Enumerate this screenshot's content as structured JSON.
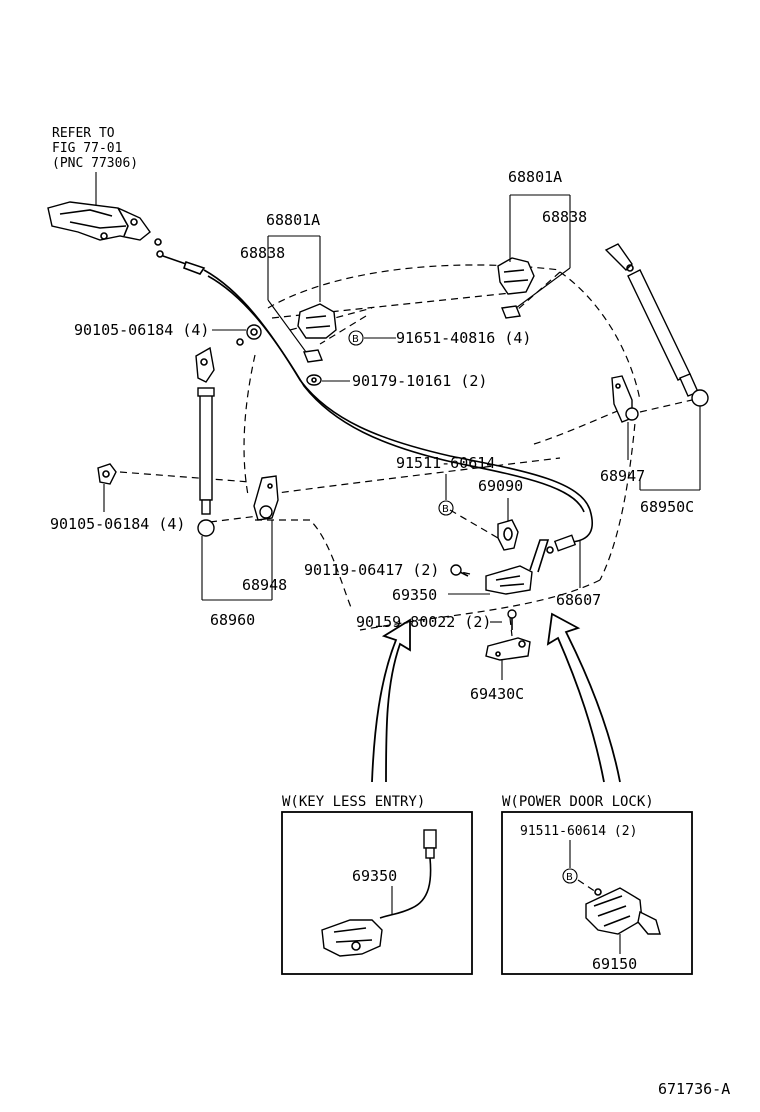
{
  "refer": {
    "line1": "REFER TO",
    "line2": "FIG 77-01",
    "line3": "(PNC 77306)"
  },
  "labels": {
    "p68801a_left": "68801A",
    "p68838_left": "68838",
    "p68801a_right": "68801A",
    "p68838_right": "68838",
    "p90105_top": "90105-06184 (4)",
    "p91651": "91651-40816 (4)",
    "p90179": "90179-10161 (2)",
    "p91511_mid": "91511-60614",
    "p69090": "69090",
    "p68947": "68947",
    "p68950c": "68950C",
    "p90105_bottom": "90105-06184 (4)",
    "p90119": "90119-06417 (2)",
    "p69350": "69350",
    "p68607": "68607",
    "p68948": "68948",
    "p68960": "68960",
    "p90159": "90159-80022 (2)",
    "p69430c": "69430C",
    "b_marker": "B"
  },
  "box_keyless": {
    "title": "W(KEY LESS ENTRY)",
    "part": "69350"
  },
  "box_powerlock": {
    "title": "W(POWER DOOR LOCK)",
    "bolt": "91511-60614 (2)",
    "part": "69150"
  },
  "footer": {
    "code": "671736-A"
  }
}
